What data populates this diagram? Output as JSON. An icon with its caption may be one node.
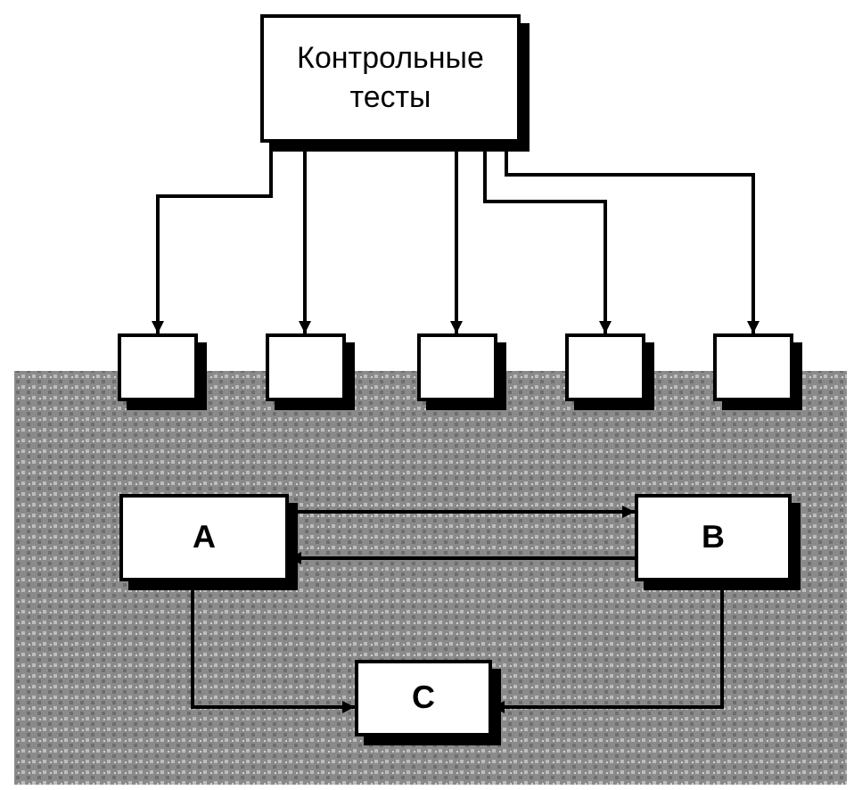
{
  "diagram": {
    "nodes": [
      {
        "text": [
          "Контрольные тесты"
        ]
      },
      {
        "text": [],
        "shape": "box"
      },
      {
        "text": [],
        "shape": "box"
      },
      {
        "text": [],
        "shape": "box"
      },
      {
        "text": [],
        "shape": "box"
      },
      {
        "text": [],
        "shape": "box"
      },
      {
        "text": [
          "A"
        ]
      },
      {
        "text": [
          "B"
        ]
      },
      {
        "text": [
          "C"
        ]
      }
    ],
    "edges": [
      {
        "from": 0,
        "to": 1,
        "arrow": "to"
      },
      {
        "from": 0,
        "to": 2,
        "arrow": "to"
      },
      {
        "from": 0,
        "to": 3,
        "arrow": "to"
      },
      {
        "from": 0,
        "to": 4,
        "arrow": "to"
      },
      {
        "from": 0,
        "to": 5,
        "arrow": "to"
      },
      {
        "from": 6,
        "to": 7,
        "arrow": "to"
      },
      {
        "from": 7,
        "to": 6,
        "arrow": "to"
      },
      {
        "from": 6,
        "to": 8,
        "arrow": "to"
      },
      {
        "from": 7,
        "to": 8,
        "arrow": "to"
      }
    ]
  }
}
